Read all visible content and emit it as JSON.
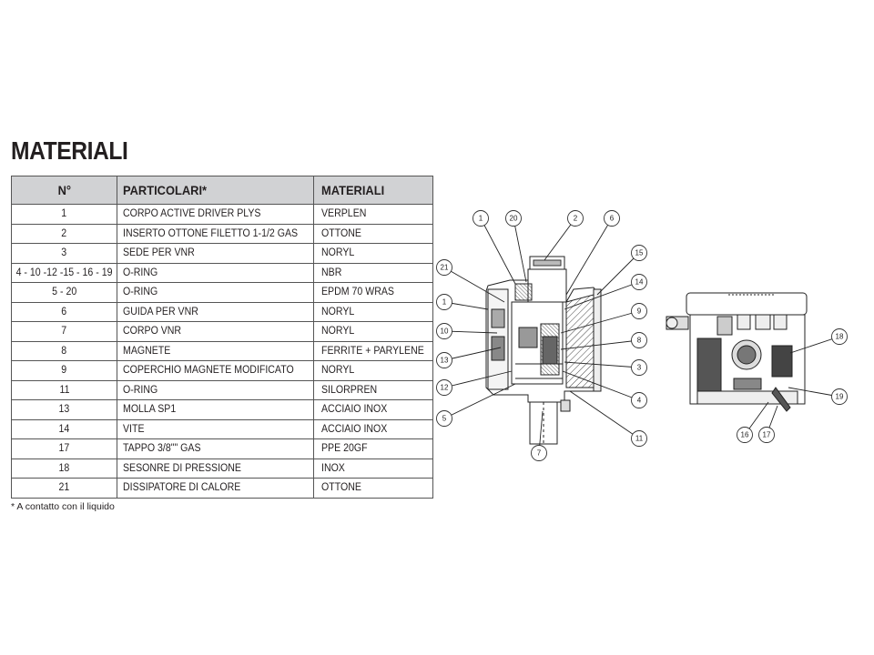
{
  "page": {
    "title": "MATERIALI",
    "footnote": "* A contatto con il liquido"
  },
  "table": {
    "headers": {
      "n": "N°",
      "part": "PARTICOLARI*",
      "material": "MATERIALI"
    },
    "rows": [
      {
        "n": "1",
        "part": "CORPO ACTIVE DRIVER PLYS",
        "material": "VERPLEN"
      },
      {
        "n": "2",
        "part": "INSERTO OTTONE FILETTO 1-1/2 GAS",
        "material": "OTTONE"
      },
      {
        "n": "3",
        "part": "SEDE PER  VNR",
        "material": "NORYL"
      },
      {
        "n": "4 - 10 -12 -15 - 16 -  19",
        "part": "O-RING",
        "material": "NBR"
      },
      {
        "n": "5 - 20",
        "part": "O-RING",
        "material": "EPDM 70 WRAS"
      },
      {
        "n": "6",
        "part": "GUIDA PER VNR",
        "material": "NORYL"
      },
      {
        "n": "7",
        "part": "CORPO VNR",
        "material": "NORYL"
      },
      {
        "n": "8",
        "part": "MAGNETE",
        "material": "FERRITE + PARYLENE"
      },
      {
        "n": "9",
        "part": "COPERCHIO MAGNETE MODIFICATO",
        "material": "NORYL"
      },
      {
        "n": "11",
        "part": "O-RING",
        "material": "SILORPREN"
      },
      {
        "n": "13",
        "part": "MOLLA  SP1",
        "material": "ACCIAIO INOX"
      },
      {
        "n": "14",
        "part": "VITE",
        "material": "ACCIAIO INOX"
      },
      {
        "n": "17",
        "part": "TAPPO  3/8\"\" GAS",
        "material": "PPE 20GF"
      },
      {
        "n": "18",
        "part": "SESONRE DI PRESSIONE",
        "material": "INOX"
      },
      {
        "n": "21",
        "part": "DISSIPATORE DI CALORE",
        "material": "OTTONE"
      }
    ]
  },
  "drawing": {
    "callouts": [
      "1",
      "20",
      "2",
      "6",
      "21",
      "15",
      "14",
      "1",
      "9",
      "10",
      "8",
      "13",
      "3",
      "12",
      "4",
      "5",
      "11",
      "7",
      "18",
      "19",
      "16",
      "17"
    ]
  }
}
